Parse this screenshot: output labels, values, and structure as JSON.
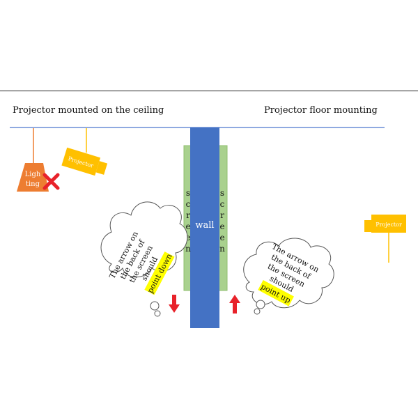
{
  "labels": {
    "ceiling": "Projector mounted on the ceiling",
    "floor": "Projector floor mounting",
    "wall": "wall",
    "screen": "screen",
    "projector": "Projector",
    "lighting_line1": "Ligh",
    "lighting_line2": "ting"
  },
  "bubble_left": {
    "lines": [
      "The arrow on",
      "the back of",
      "the screen",
      "should"
    ],
    "highlight": "point down"
  },
  "bubble_right": {
    "lines": [
      "The arrow on",
      "the back of",
      "the screen",
      "should"
    ],
    "highlight": "point up"
  },
  "colors": {
    "ceiling_line": "#8fa9e0",
    "wall": "#4472c4",
    "screen": "#a9d18e",
    "projector": "#ffc000",
    "lighting": "#ed7d31",
    "cross": "#e8222a",
    "arrow": "#e8222a",
    "highlight": "#ffff00"
  },
  "icons": [
    "x-mark-icon",
    "arrow-down-icon",
    "arrow-up-icon"
  ]
}
